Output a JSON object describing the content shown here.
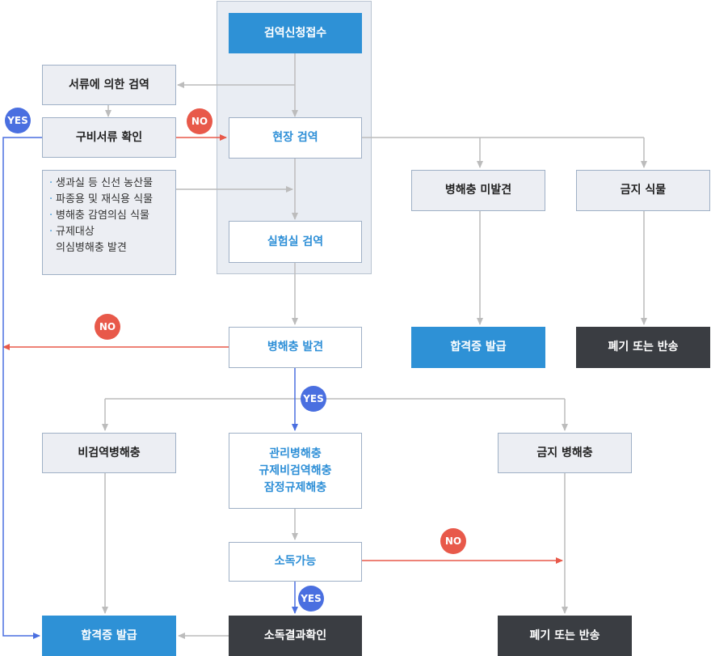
{
  "nodes": {
    "application": "검역신청접수",
    "document_inspection": "서류에 의한 검역",
    "document_check": "구비서류 확인",
    "site_inspection": "현장 검역",
    "lab_inspection": "실험실 검역",
    "no_pest": "병해충 미발견",
    "prohibited_plant": "금지 식물",
    "certificate_1": "합격증 발급",
    "disposal_1": "폐기 또는 반송",
    "pest_found": "병해충 발견",
    "non_quarantine_pest": "비검역병해충",
    "managed_pest": [
      "관리병해충",
      "규제비검역해충",
      "잠정규제해충"
    ],
    "prohibited_pest": "금지 병해충",
    "disinfectable": "소독가능",
    "certificate_2": "합격증 발급",
    "disinfection_check": "소독결과확인",
    "disposal_2": "폐기 또는 반송"
  },
  "lab_criteria": [
    "생과실 등 신선 농산물",
    "파종용 및 재식용 식물",
    "병해충 감염의심 식물",
    "규제대상",
    "의심병해충 발견"
  ],
  "badges": {
    "yes_left": "YES",
    "no_document": "NO",
    "no_pest": "NO",
    "yes_pest": "YES",
    "no_disinfect": "NO",
    "yes_disinfect": "YES"
  },
  "colors": {
    "blue_accent": "#2e91d6",
    "no_red": "#e8594a",
    "yes_blue": "#4a6fe0",
    "dark_box": "#3a3d42",
    "gray_box": "#eceef3"
  }
}
